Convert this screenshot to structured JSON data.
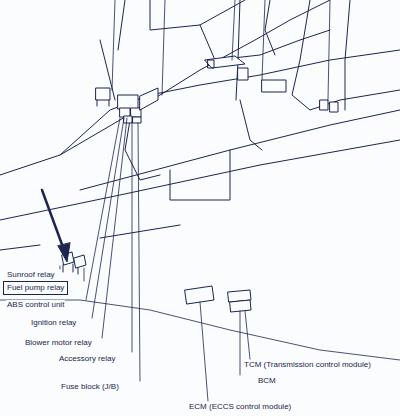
{
  "diagram": {
    "nodes": [
      {
        "text": [
          "Fuel pump relay"
        ]
      }
    ],
    "labels": [
      "Sunroof relay",
      "ABS control unit",
      "Ignition relay",
      "Blower motor relay",
      "Accessory relay",
      "Fuse block (J/B)",
      "ECM (ECCS control module)",
      "BCM",
      "TCM (Transmission control module)"
    ]
  }
}
